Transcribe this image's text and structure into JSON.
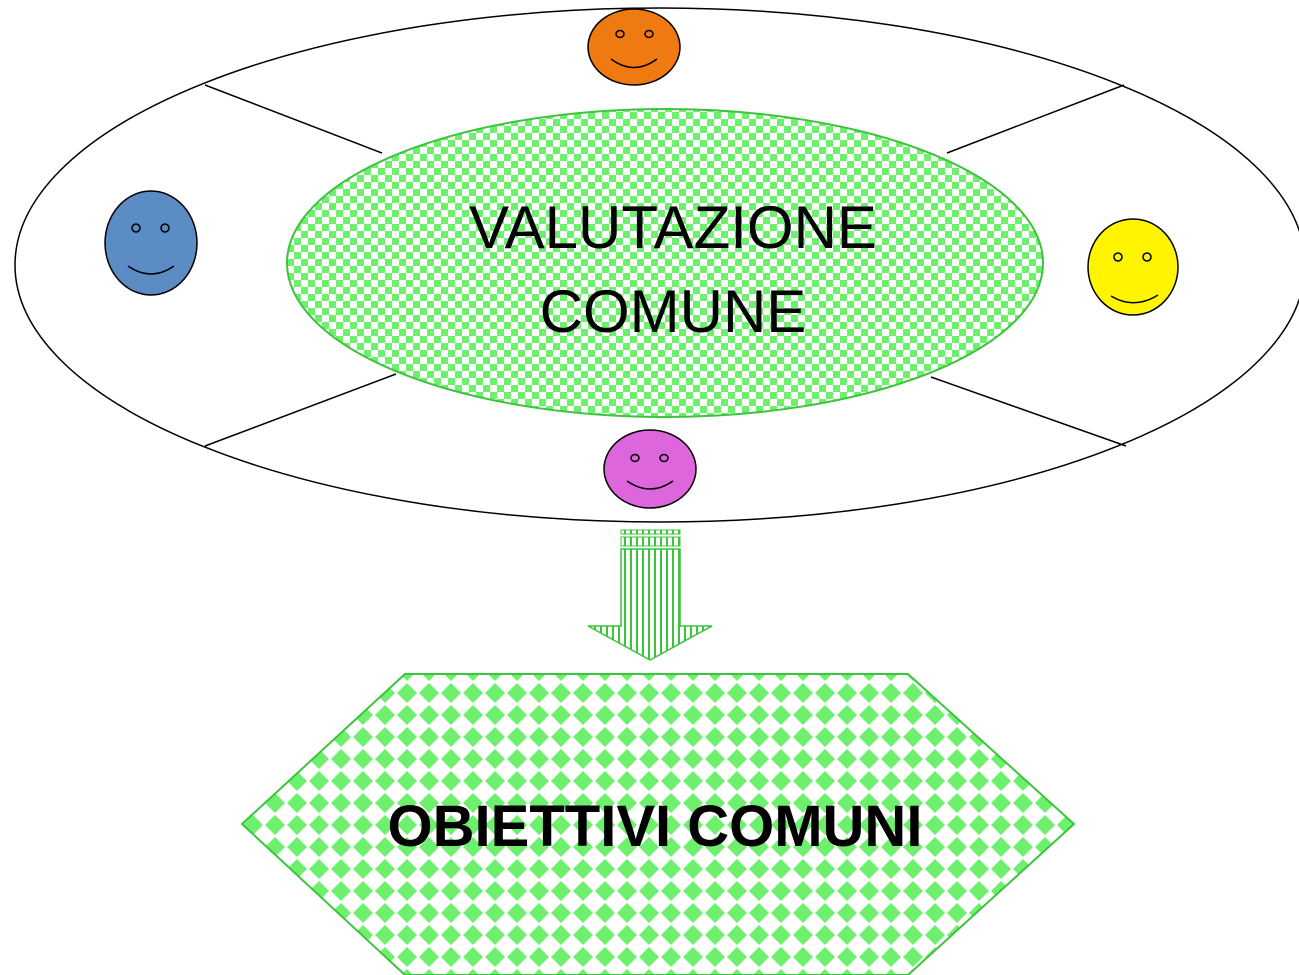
{
  "diagram": {
    "center": {
      "line1": "VALUTAZIONE",
      "line2": "COMUNE"
    },
    "goal": {
      "label": "OBIETTIVI COMUNI"
    },
    "participants": [
      {
        "name": "orange-smiley-icon",
        "color": "#F07A12"
      },
      {
        "name": "blue-smiley-icon",
        "color": "#5B8DC4"
      },
      {
        "name": "yellow-smiley-icon",
        "color": "#FFF500"
      },
      {
        "name": "magenta-smiley-icon",
        "color": "#DD66DD"
      }
    ],
    "colors": {
      "check_green": "#6EF06E",
      "outline_green": "#3CC43C",
      "stroke": "#000000"
    }
  }
}
